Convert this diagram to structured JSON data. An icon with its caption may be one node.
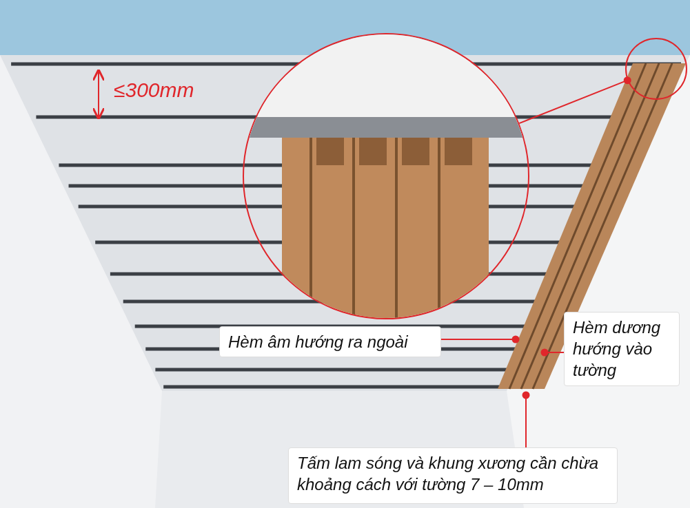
{
  "diagram": {
    "nodes": [
      {
        "text": [
          "Hèm âm hướng ra ngoài"
        ]
      },
      {
        "text": [
          "Hèm dương hướng vào tường"
        ]
      },
      {
        "text": [
          "Tấm lam sóng và khung xương cần chừa khoảng cách với tường 7 – 10mm"
        ]
      },
      {
        "text": [],
        "shape": "picture"
      },
      {
        "text": [],
        "shape": "circle"
      },
      {
        "text": [],
        "shape": "circle"
      }
    ],
    "edges": [
      {
        "from": 0,
        "to": 3,
        "arrow": "other"
      },
      {
        "from": 1,
        "to": 3,
        "arrow": "other"
      },
      {
        "from": 2,
        "to": 3,
        "arrow": "other"
      },
      {
        "from": 4,
        "to": 5,
        "arrow": "other"
      }
    ],
    "labels": [
      "≤300mm"
    ]
  }
}
